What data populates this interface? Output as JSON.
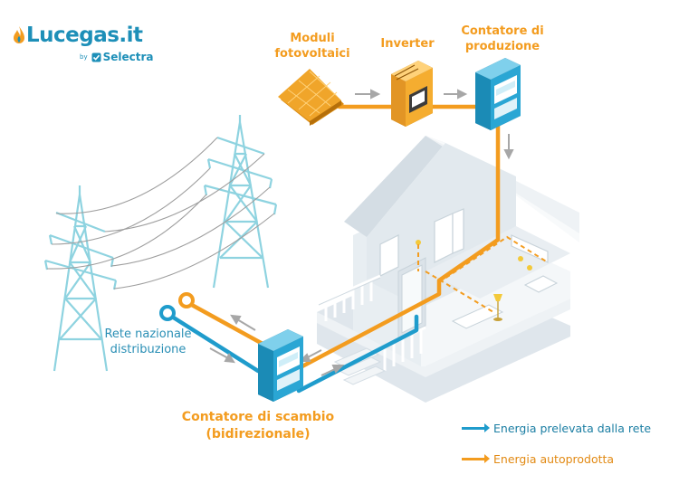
{
  "logo": {
    "brand": "Lucegas.it",
    "by": "by",
    "partner": "Selectra"
  },
  "labels": {
    "modules": "Moduli\nfotovoltaici",
    "inverter": "Inverter",
    "production_meter": "Contatore di\nproduzione",
    "grid": "Rete nazionale\ndistribuzione",
    "exchange_meter": "Contatore di scambio\n(bidirezionale)"
  },
  "legend": [
    {
      "label": "Energia prelevata dalla rete",
      "color": "#1f9ccc"
    },
    {
      "label": "Energia autoprodotta",
      "color": "#f39c1f"
    }
  ],
  "colors": {
    "orange": "#f39c1f",
    "blue": "#1f9ccc",
    "pylon": "#8ed3e0",
    "house": "#e9eef2",
    "arrow": "#a7a7a7"
  },
  "icons": [
    "flame-icon",
    "check-icon",
    "solar-panel-icon",
    "inverter-icon",
    "meter-icon",
    "pylon-icon",
    "house-icon",
    "lamp-icon",
    "arrow-icon"
  ]
}
